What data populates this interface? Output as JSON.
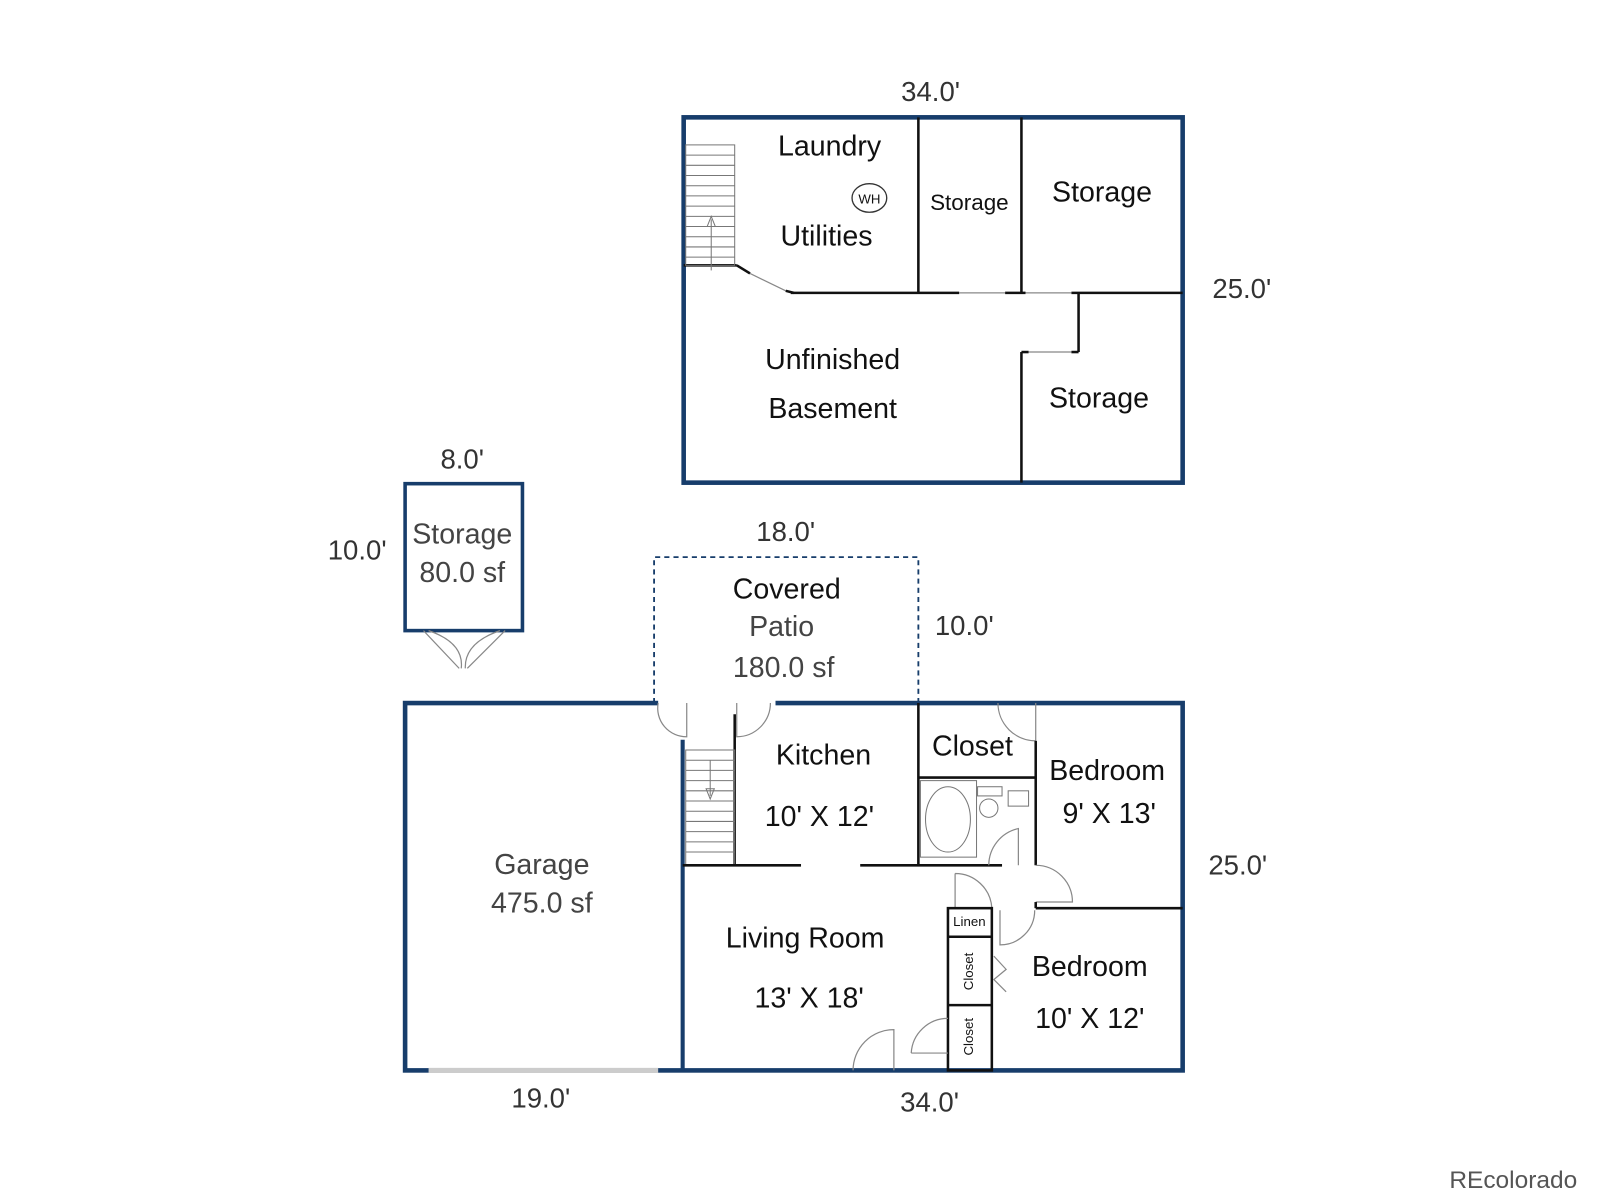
{
  "basement": {
    "width_dim": "34.0'",
    "height_dim": "25.0'",
    "rooms": {
      "laundry": "Laundry",
      "water_heater": "WH",
      "utilities": "Utilities",
      "storage_small": "Storage",
      "storage_top_right": "Storage",
      "unfinished_1": "Unfinished",
      "unfinished_2": "Basement",
      "storage_bottom_right": "Storage"
    }
  },
  "shed": {
    "width_dim": "8.0'",
    "height_dim": "10.0'",
    "label": "Storage",
    "area": "80.0 sf"
  },
  "patio": {
    "width_dim": "18.0'",
    "height_dim": "10.0'",
    "label_1": "Covered",
    "label_2": "Patio",
    "area": "180.0 sf"
  },
  "main_floor": {
    "width_dim": "34.0'",
    "height_dim": "25.0'",
    "garage": {
      "label": "Garage",
      "area": "475.0 sf",
      "width_dim": "19.0'"
    },
    "kitchen": {
      "label": "Kitchen",
      "size": "10' X 12'"
    },
    "closet_top": "Closet",
    "bedroom_1": {
      "label": "Bedroom",
      "size": "9' X 13'"
    },
    "living_room": {
      "label": "Living Room",
      "size": "13' X 18'"
    },
    "bedroom_2": {
      "label": "Bedroom",
      "size": "10' X 12'"
    },
    "linen": "Linen",
    "closet_mid": "Closet",
    "closet_bottom": "Closet"
  },
  "watermark": "REcolorado",
  "colors": {
    "wall_outer": "#173d6b",
    "wall_inner": "#111111"
  }
}
